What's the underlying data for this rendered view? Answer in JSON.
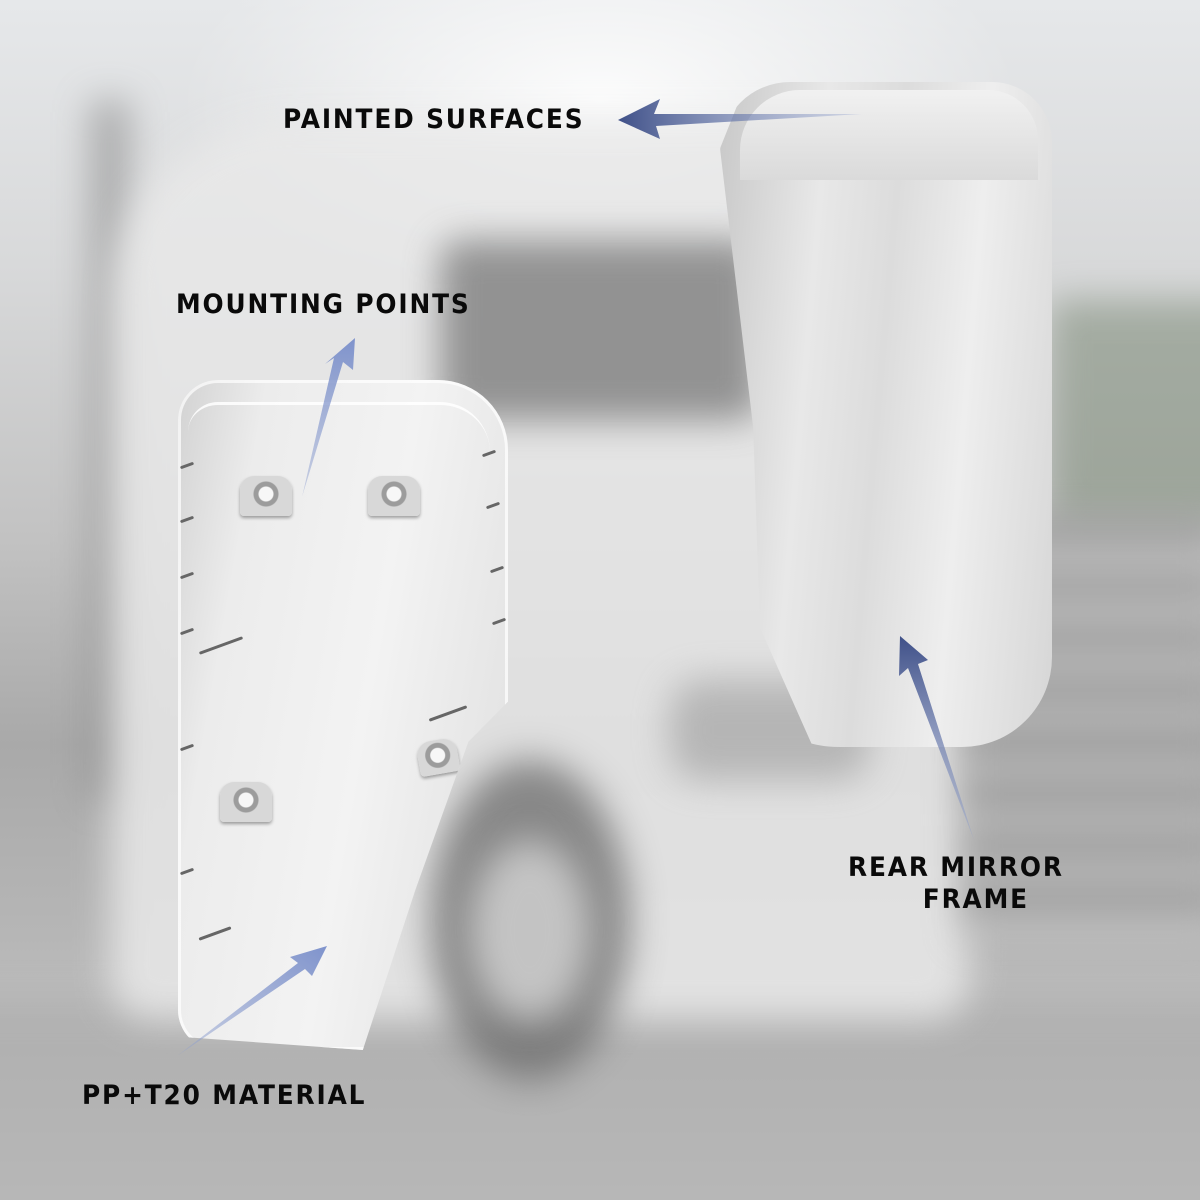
{
  "image": {
    "description": "Product infographic of truck side-mirror cover parts over a blurred white semi-truck background",
    "subject": "Rear mirror frame covers"
  },
  "callouts": [
    {
      "id": "painted-surfaces",
      "text": "PAINTED SURFACES"
    },
    {
      "id": "mounting-points",
      "text": "MOUNTING POINTS"
    },
    {
      "id": "rear-mirror-frame",
      "line1": "REAR MIRROR",
      "line2": "FRAME"
    },
    {
      "id": "material",
      "text": "PP+T20 MATERIAL"
    }
  ],
  "colors": {
    "label_text": "#0a0a0a",
    "arrow_dark": "#3f5088",
    "arrow_light": "#8fa0cf"
  }
}
